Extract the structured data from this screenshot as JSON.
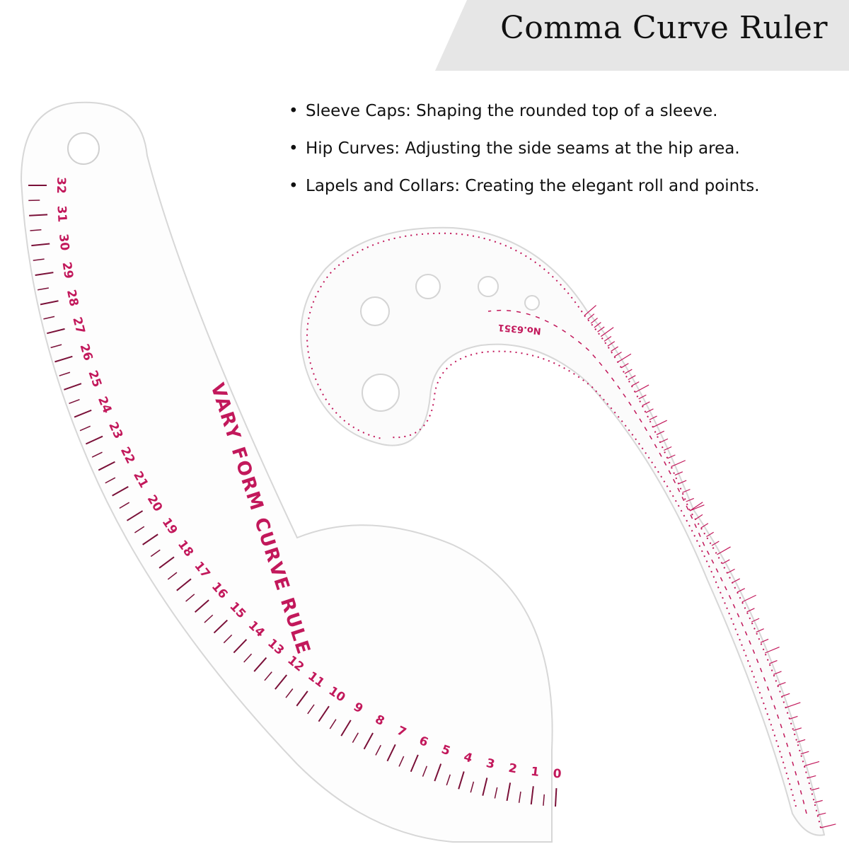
{
  "title": "Comma Curve Ruler",
  "features": [
    "Sleeve Caps: Shaping the rounded top of a sleeve.",
    "Hip Curves: Adjusting the side seams at the hip area.",
    "Lapels and Collars: Creating the elegant roll and points."
  ],
  "bullet": "•",
  "large_ruler": {
    "label": "VARY FORM CURVE RULE",
    "numbers": [
      "0",
      "1",
      "2",
      "3",
      "4",
      "5",
      "6",
      "7",
      "8",
      "9",
      "10",
      "11",
      "12",
      "13",
      "14",
      "15",
      "16",
      "17",
      "18",
      "19",
      "20",
      "21",
      "22",
      "23",
      "24",
      "25",
      "26",
      "27",
      "28",
      "29",
      "30",
      "31",
      "32"
    ]
  },
  "small_ruler": {
    "imprint": "No.6351"
  },
  "colors": {
    "banner": "#e6e6e6",
    "ruler_mark": "#c2185b",
    "ruler_tick": "#7a1038",
    "ruler_body": "#fdfdfd",
    "ruler_edge": "#d7d7d7"
  }
}
